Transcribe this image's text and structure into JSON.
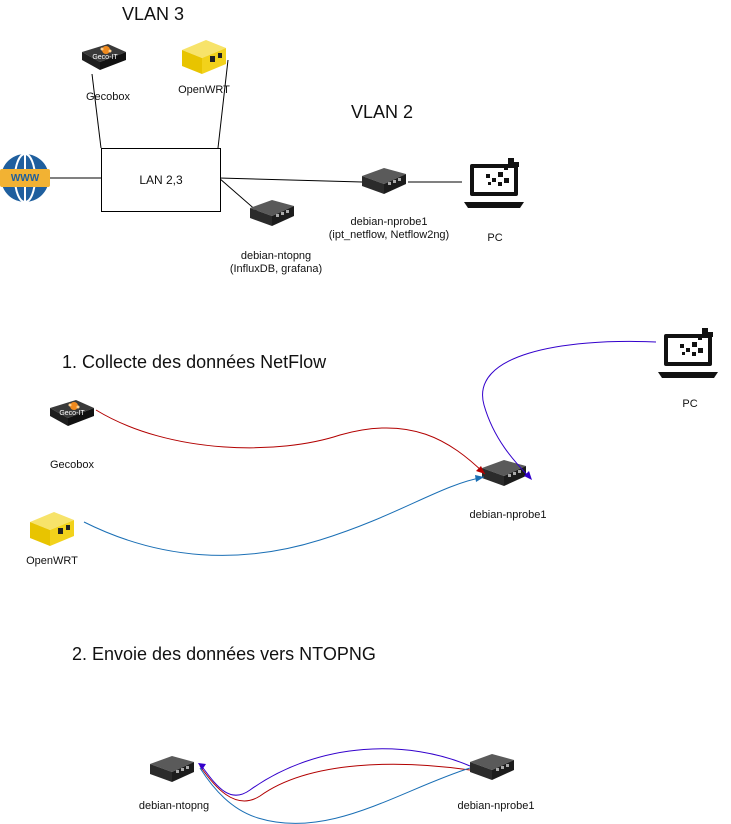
{
  "top": {
    "vlan3_label": "VLAN 3",
    "vlan2_label": "VLAN 2",
    "lan_box_label": "LAN 2,3",
    "gecobox_label": "Gecobox",
    "gecobox_badge": "Geco-IT",
    "openwrt_label": "OpenWRT",
    "nprobe_label_1": "debian-nprobe1",
    "nprobe_label_2": "(ipt_netflow, Netflow2ng)",
    "ntopng_label_1": "debian-ntopng",
    "ntopng_label_2": "(InfluxDB, grafana)",
    "pc_label": "PC",
    "www_label": "WWW"
  },
  "section1": {
    "title": "1. Collecte des données NetFlow",
    "gecobox_label": "Gecobox",
    "gecobox_badge": "Geco-IT",
    "openwrt_label": "OpenWRT",
    "nprobe_label": "debian-nprobe1",
    "pc_label": "PC"
  },
  "section2": {
    "title": "2. Envoie des données vers NTOPNG",
    "ntopng_label": "debian-ntopng",
    "nprobe_label": "debian-nprobe1"
  },
  "colors": {
    "red": "#b20000",
    "blue": "#1a6fb5",
    "purple": "#3300cc",
    "router_dark": "#3a3a3a",
    "openwrt_yellow": "#f2d21b",
    "www_blue": "#1f5f9e",
    "www_yellow": "#f2b233"
  }
}
